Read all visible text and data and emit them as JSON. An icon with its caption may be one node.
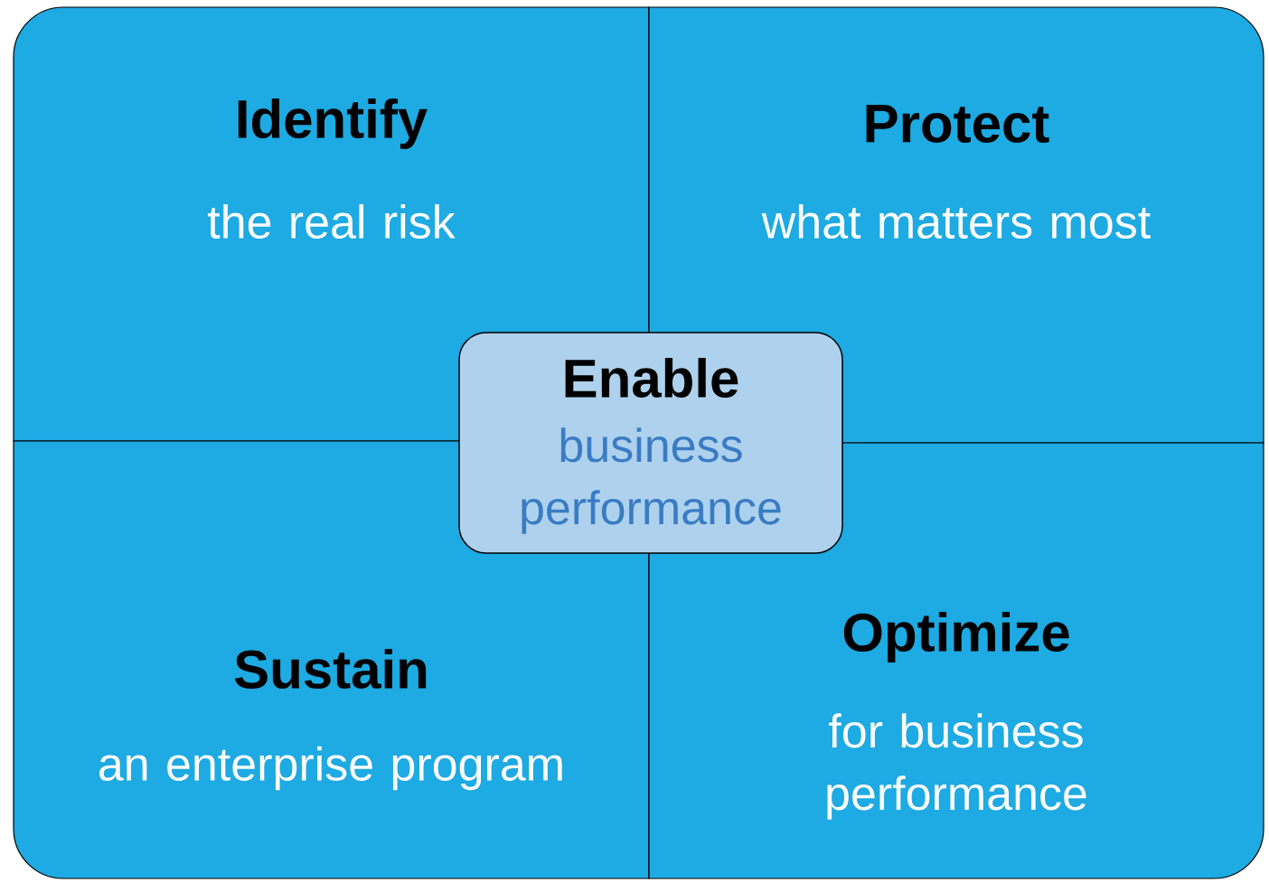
{
  "diagram": {
    "nodes": [
      {
        "text": [
          "Identify",
          "the real risk"
        ]
      },
      {
        "text": [
          "Protect",
          "what matters most"
        ]
      },
      {
        "text": [
          "Sustain",
          "an enterprise program"
        ]
      },
      {
        "text": [
          "Optimize",
          "for business performance"
        ]
      },
      {
        "text": [
          "Enable",
          "business performance"
        ]
      }
    ]
  }
}
